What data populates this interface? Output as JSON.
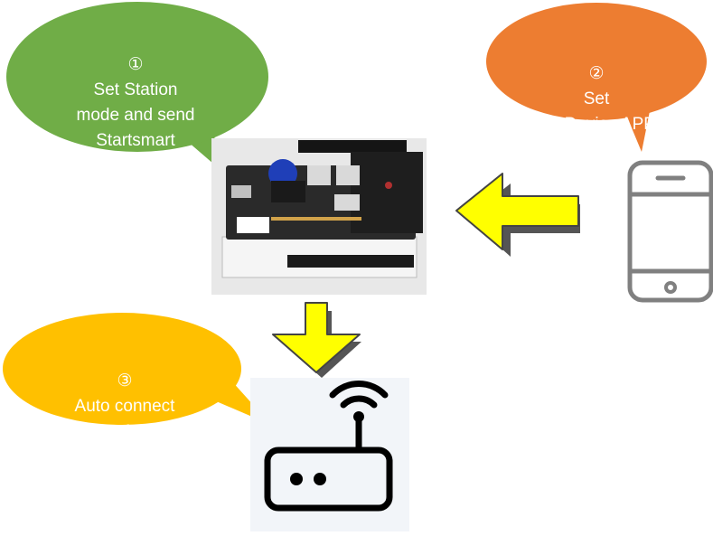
{
  "bubbles": [
    {
      "step": "①",
      "text": "Set Station\nmode and send\nStartsmart\nCommand",
      "color": "#70AD47"
    },
    {
      "step": "②",
      "text": "Set\nNetDevice APP",
      "color": "#ED7D31"
    },
    {
      "step": "③",
      "text": "Auto connect\nto AP",
      "color": "#FFC000"
    }
  ],
  "icons": {
    "phone": "mobile-phone-icon",
    "router": "wifi-router-icon",
    "board": "dev-board-photo"
  },
  "colors": {
    "arrow_fill": "#FFFF00",
    "arrow_stroke": "#444444",
    "icon_stroke": "#808080",
    "router_stroke": "#000000",
    "router_bg": "#F2F5F9"
  }
}
